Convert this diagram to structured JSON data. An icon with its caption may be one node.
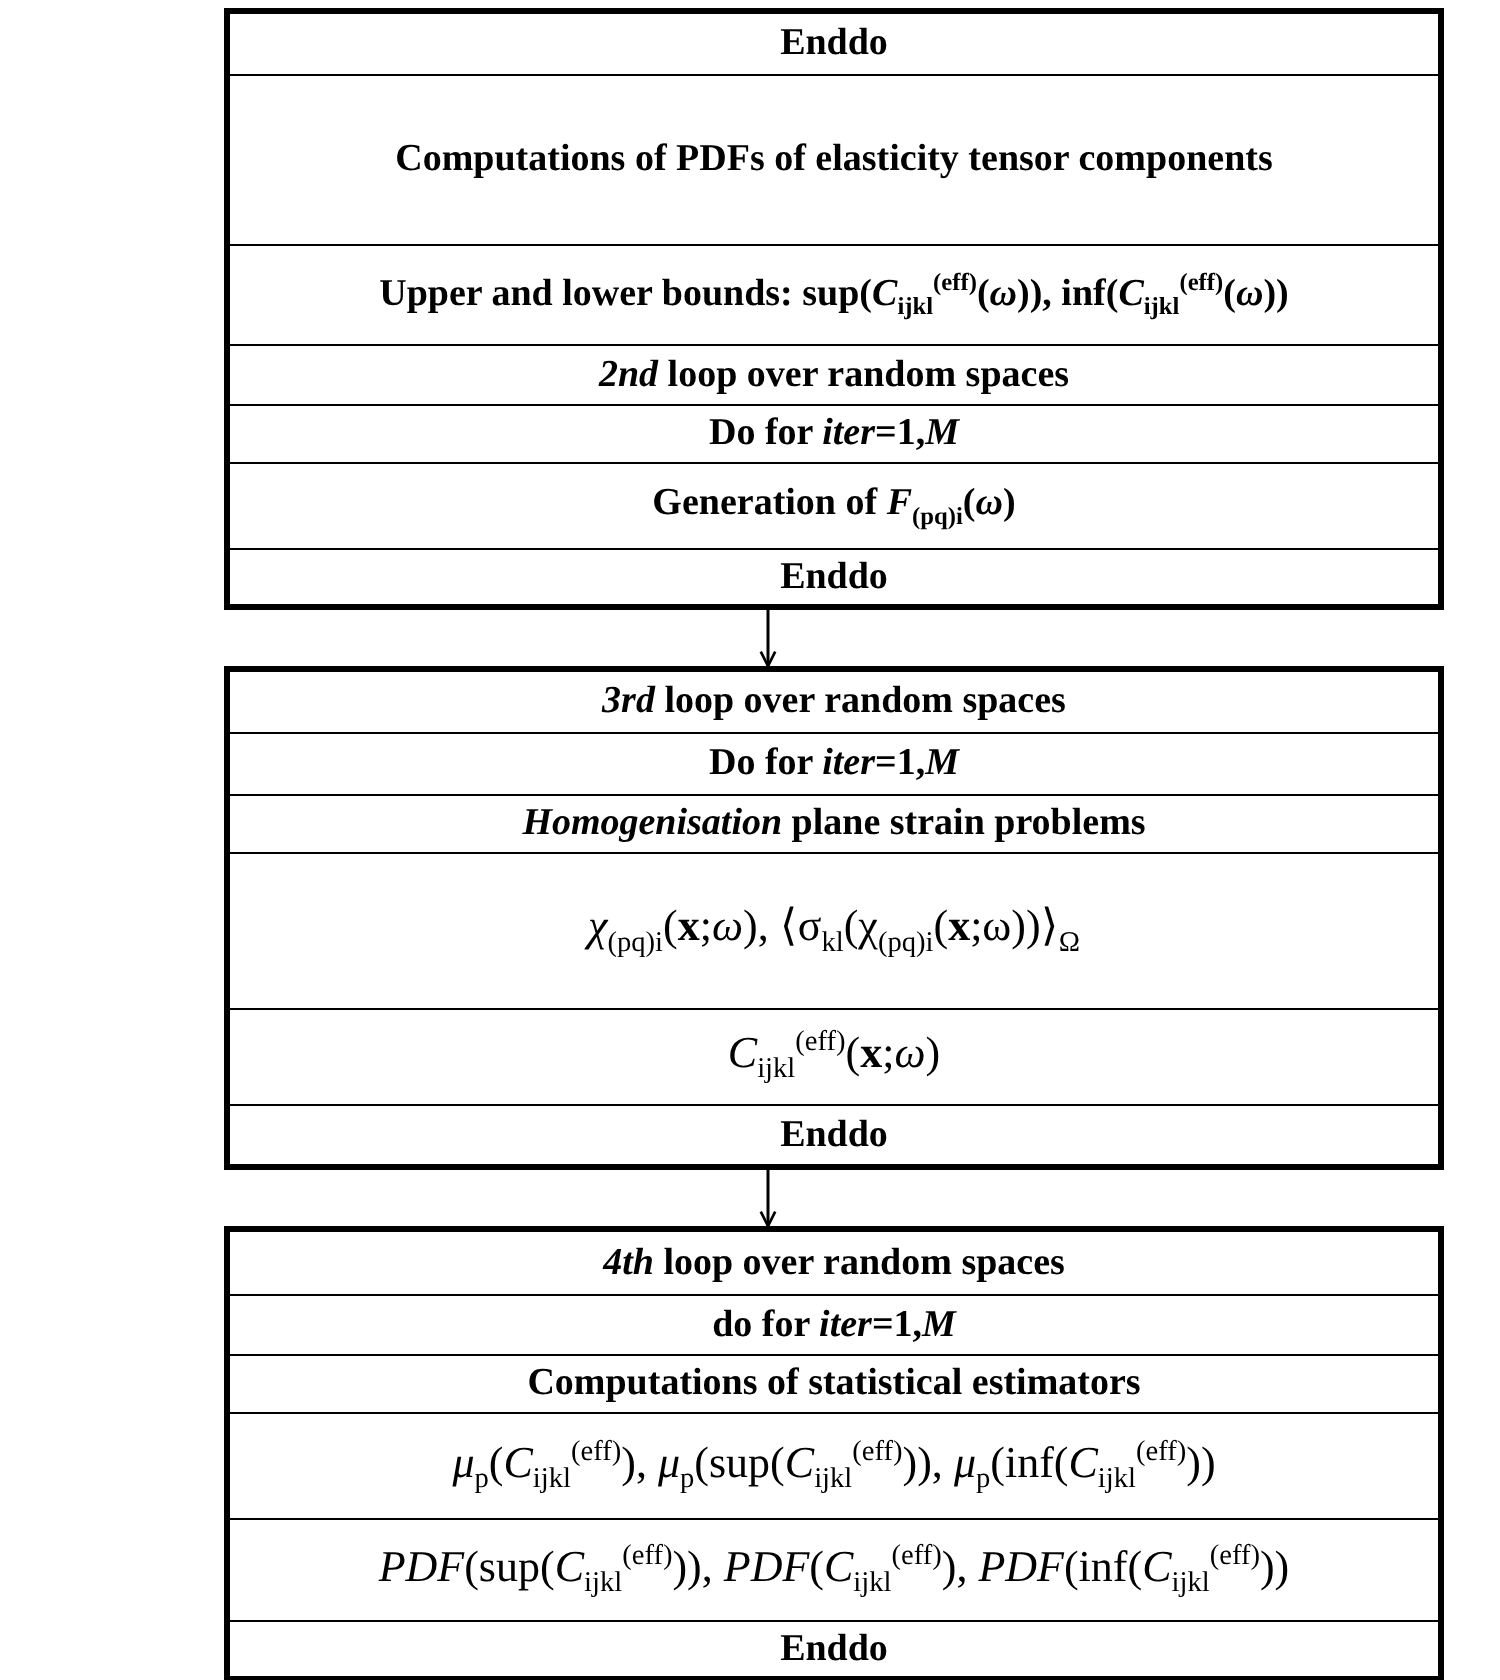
{
  "diagram": {
    "nodes": [
      {
        "text": [],
        "shape": "box"
      },
      {
        "text": [
          "Enddo"
        ],
        "in": 0
      },
      {
        "text": [
          "Computations of PDFs of elasticity tensor components"
        ],
        "in": 0
      },
      {
        "text": [
          "Upper and lower bounds: sup(*C*$_{ijkl}$$^{(eff)}$(*ω*)), inf(*C*$_{ijkl}$$^{(eff)}$(*ω*))"
        ],
        "in": 0
      },
      {
        "text": [
          "*2nd* loop over random spaces"
        ],
        "in": 0
      },
      {
        "text": [
          "Do for *iter*=1,*M*"
        ],
        "in": 0
      },
      {
        "text": [
          "Generation of *F*$_{(pq)i}$(*ω*)"
        ],
        "in": 0
      },
      {
        "text": [
          "Enddo"
        ],
        "in": 0
      },
      {
        "text": [],
        "shape": "box"
      },
      {
        "text": [
          "*3rd* loop over random spaces"
        ],
        "in": 8
      },
      {
        "text": [
          "Do for *iter*=1,*M*"
        ],
        "in": 8
      },
      {
        "text": [
          "*Homogenisation* plane strain problems"
        ],
        "in": 8
      },
      {
        "text": [
          "*χ*$_{(pq)i}$(**x**;*ω*), ⟨σ$_{kl}$(χ$_{(pq)i}$(**x**;ω))⟩$_{Ω}$"
        ],
        "in": 8
      },
      {
        "text": [
          "*C*$_{ijkl}$$^{(eff)}$(**x**;*ω*)"
        ],
        "in": 8
      },
      {
        "text": [
          "Enddo"
        ],
        "in": 8
      },
      {
        "text": [],
        "shape": "box"
      },
      {
        "text": [
          "*4th* loop over random spaces"
        ],
        "in": 15
      },
      {
        "text": [
          "do for *iter*=1,*M*"
        ],
        "in": 15
      },
      {
        "text": [
          "Computations of statistical estimators"
        ],
        "in": 15
      },
      {
        "text": [
          "*μ*$_{p}$(*C*$_{ijkl}$$^{(eff)}$), *μ*$_{p}$(sup(*C*$_{ijkl}$$^{(eff)}$)), *μ*$_{p}$(inf(*C*$_{ijkl}$$^{(eff)}$))"
        ],
        "in": 15
      },
      {
        "text": [
          "*PDF*(sup(*C*$_{ijkl}$$^{(eff)}$)), *PDF*(*C*$_{ijkl}$$^{(eff)}$), *PDF*(inf(*C*$_{ijkl}$$^{(eff)}$))"
        ],
        "in": 15
      },
      {
        "text": [
          "Enddo"
        ],
        "in": 15
      }
    ],
    "edges": [
      {
        "from": 0,
        "to": 8,
        "arrow": "to"
      },
      {
        "from": 8,
        "to": 15,
        "arrow": "to"
      }
    ]
  }
}
